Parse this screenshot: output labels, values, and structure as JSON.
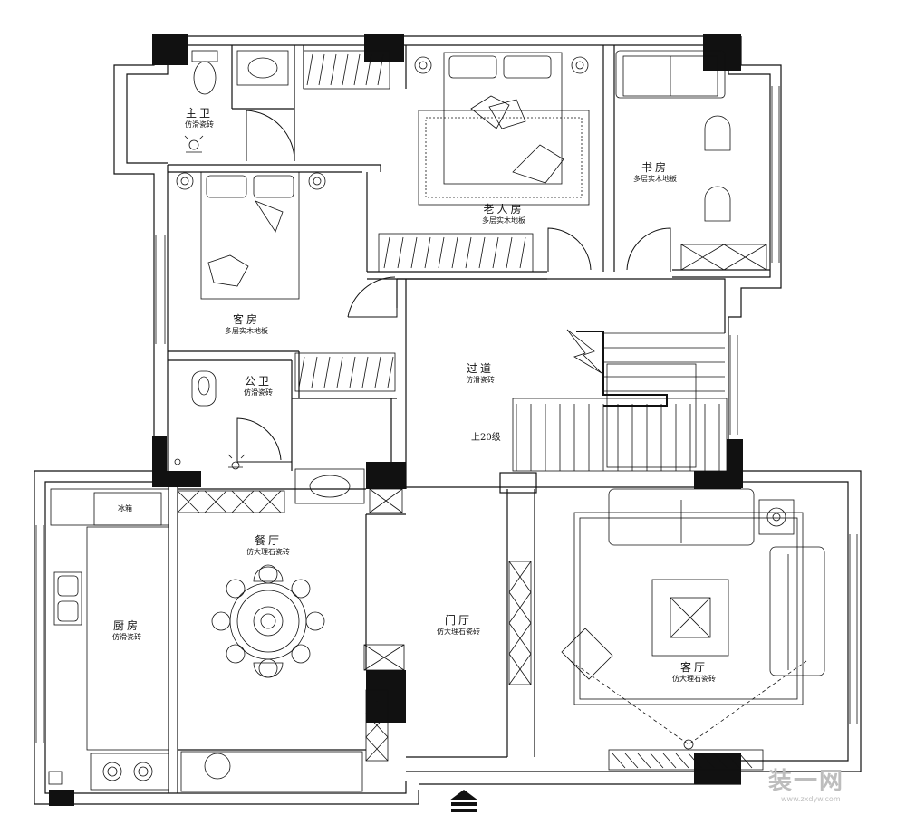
{
  "rooms": {
    "master_bath": {
      "name": "主卫",
      "floor": "仿滑瓷砖"
    },
    "elder_room": {
      "name": "老人房",
      "floor": "多层实木地板"
    },
    "study": {
      "name": "书房",
      "floor": "多层实木地板"
    },
    "guest_room": {
      "name": "客房",
      "floor": "多层实木地板"
    },
    "public_bath": {
      "name": "公卫",
      "floor": "仿滑瓷砖"
    },
    "corridor": {
      "name": "过道",
      "floor": "仿滑瓷砖"
    },
    "dining": {
      "name": "餐厅",
      "floor": "仿大理石瓷砖"
    },
    "kitchen": {
      "name": "厨房",
      "floor": "仿滑瓷砖"
    },
    "foyer": {
      "name": "门厅",
      "floor": "仿大理石瓷砖"
    },
    "living": {
      "name": "客厅",
      "floor": "仿大理石瓷砖"
    }
  },
  "stair_note": "上20级",
  "fridge_label": "冰箱",
  "watermark": {
    "text": "装一网",
    "url": "www.zxdyw.com"
  }
}
